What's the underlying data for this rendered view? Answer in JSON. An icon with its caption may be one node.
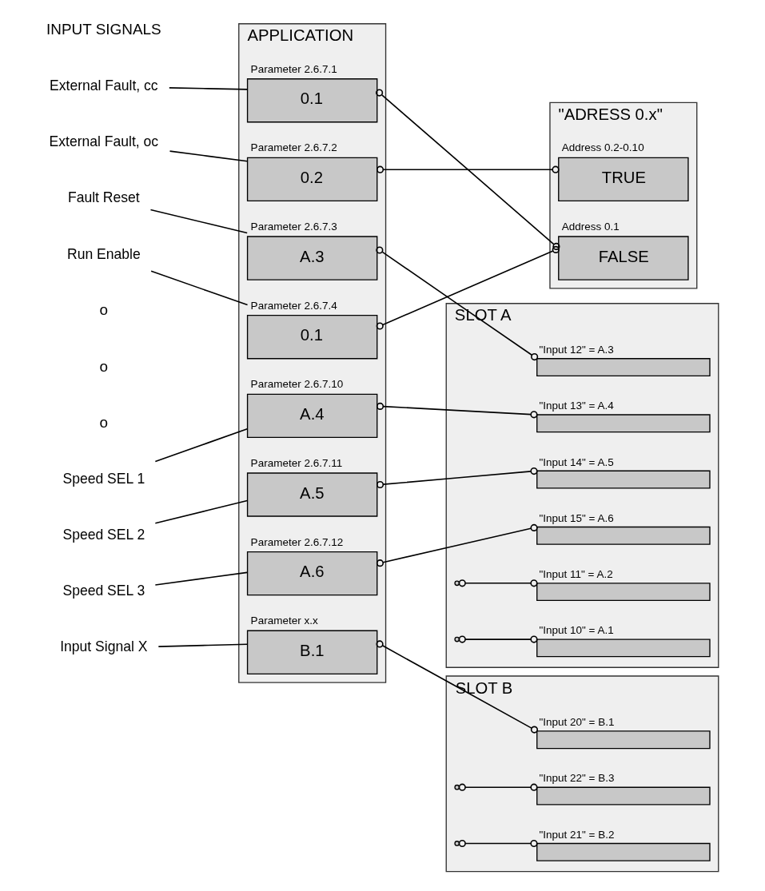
{
  "diagram": {
    "nodes": [
      {
        "text": [
          "External Fault, cc"
        ]
      },
      {
        "text": [
          "External Fault, oc"
        ]
      },
      {
        "text": [
          "Fault Reset"
        ]
      },
      {
        "text": [
          "Run Enable"
        ]
      },
      {
        "text": [
          "Speed SEL 1"
        ]
      },
      {
        "text": [
          "Speed SEL 2"
        ]
      },
      {
        "text": [
          "Speed SEL 3"
        ]
      },
      {
        "text": [
          "Input Signal X"
        ]
      },
      {
        "text": [
          "APPLICATION"
        ]
      },
      {
        "text": [
          "Parameter 2.6.7.1",
          "0.1"
        ],
        "in": 8
      },
      {
        "text": [
          "Parameter 2.6.7.2",
          "0.2"
        ],
        "in": 8
      },
      {
        "text": [
          "Parameter 2.6.7.3",
          "A.3"
        ],
        "in": 8
      },
      {
        "text": [
          "Parameter 2.6.7.4",
          "0.1"
        ],
        "in": 8
      },
      {
        "text": [
          "Parameter 2.6.7.10",
          "A.4"
        ],
        "in": 8
      },
      {
        "text": [
          "Parameter 2.6.7.11",
          "A.5"
        ],
        "in": 8
      },
      {
        "text": [
          "Parameter 2.6.7.12",
          "A.6"
        ],
        "in": 8
      },
      {
        "text": [
          "Parameter x.x",
          "B.1"
        ],
        "in": 8
      },
      {
        "text": [
          "\"ADRESS 0.x\""
        ]
      },
      {
        "text": [
          "Address 0.1",
          "FALSE"
        ],
        "in": 17
      },
      {
        "text": [
          "Address 0.2-0.10",
          "TRUE"
        ],
        "in": 17
      },
      {
        "text": [
          "SLOT A"
        ]
      },
      {
        "text": [
          "\"Input 10\" = A.1"
        ],
        "in": 20
      },
      {
        "text": [
          "\"Input 11\" = A.2"
        ],
        "in": 20
      },
      {
        "text": [
          "\"Input 12\" = A.3"
        ],
        "in": 20
      },
      {
        "text": [
          "\"Input 13\" = A.4"
        ],
        "in": 20
      },
      {
        "text": [
          "\"Input 14\" = A.5"
        ],
        "in": 20
      },
      {
        "text": [
          "\"Input 15\" = A.6"
        ],
        "in": 20
      },
      {
        "text": [
          "SLOT B"
        ]
      },
      {
        "text": [
          "\"Input 20\" = B.1"
        ],
        "in": 27
      },
      {
        "text": [
          "\"Input 21\" = B.2"
        ],
        "in": 27
      },
      {
        "text": [
          "\"Input 22\" = B.3"
        ],
        "in": 27
      }
    ],
    "edges": [
      {
        "from": 0,
        "to": 9,
        "arrow": "none"
      },
      {
        "from": 1,
        "to": 10,
        "arrow": "none"
      },
      {
        "from": 2,
        "to": 11,
        "arrow": "none"
      },
      {
        "from": 3,
        "to": 12,
        "arrow": "none"
      },
      {
        "from": 4,
        "to": 13,
        "arrow": "none"
      },
      {
        "from": 5,
        "to": 14,
        "arrow": "none"
      },
      {
        "from": 6,
        "to": 15,
        "arrow": "none"
      },
      {
        "from": 7,
        "to": 16,
        "arrow": "none"
      },
      {
        "from": 9,
        "to": 18,
        "arrow": "other"
      },
      {
        "from": 10,
        "to": 19,
        "arrow": "other"
      },
      {
        "from": 11,
        "to": 23,
        "arrow": "other"
      },
      {
        "from": 12,
        "to": 18,
        "arrow": "other"
      },
      {
        "from": 13,
        "to": 24,
        "arrow": "other"
      },
      {
        "from": 14,
        "to": 25,
        "arrow": "other"
      },
      {
        "from": 15,
        "to": 26,
        "arrow": "other"
      },
      {
        "from": 16,
        "to": 28,
        "arrow": "other"
      },
      {
        "from": null,
        "to": 21,
        "arrow": "other"
      },
      {
        "from": null,
        "to": 22,
        "arrow": "other"
      },
      {
        "from": null,
        "to": 29,
        "arrow": "other"
      },
      {
        "from": null,
        "to": 30,
        "arrow": "other"
      }
    ],
    "labels": [
      "INPUT SIGNALS",
      "o",
      "o",
      "o"
    ]
  }
}
